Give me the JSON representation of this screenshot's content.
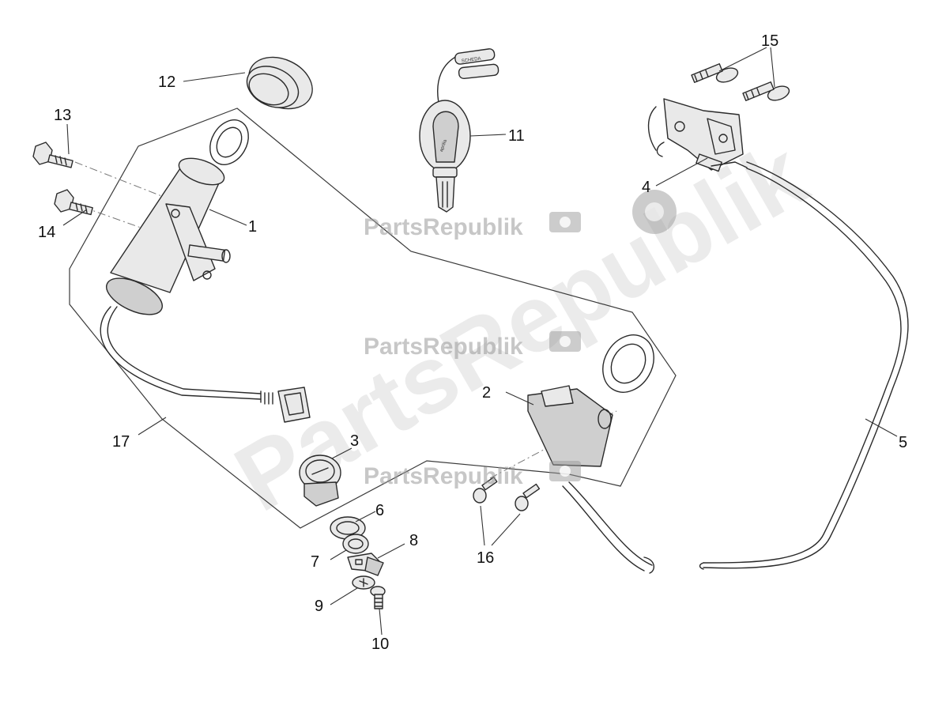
{
  "watermark": {
    "brand": "PartsRepublik",
    "diagonal": "PartsRepublik"
  },
  "callouts": [
    "1",
    "2",
    "3",
    "4",
    "5",
    "6",
    "7",
    "8",
    "9",
    "10",
    "11",
    "12",
    "13",
    "14",
    "15",
    "16",
    "17"
  ],
  "key_tags": {
    "brand": "aprilia",
    "tag_text": "SCHEDA"
  },
  "colors": {
    "line": "#2a2a2a",
    "watermark": "#9a9a9a",
    "background": "#ffffff"
  }
}
